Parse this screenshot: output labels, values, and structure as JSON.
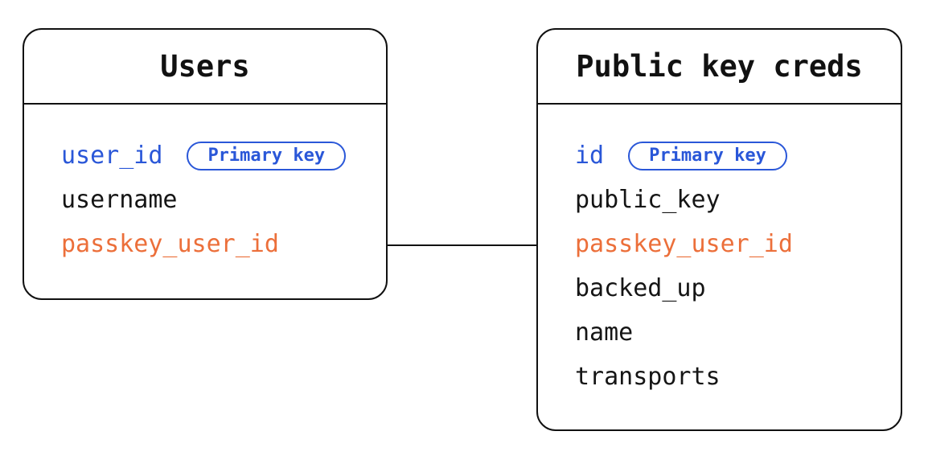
{
  "diagram": {
    "colors": {
      "blue": "#2a57d8",
      "orange": "#ec6f3a",
      "black": "#151515",
      "line": "#111111"
    },
    "tables": [
      {
        "title": "Users",
        "fields": [
          {
            "name": "user_id",
            "color": "blue",
            "badge": "Primary key"
          },
          {
            "name": "username",
            "color": "black"
          },
          {
            "name": "passkey_user_id",
            "color": "orange"
          }
        ]
      },
      {
        "title": "Public key creds",
        "fields": [
          {
            "name": "id",
            "color": "blue",
            "badge": "Primary key"
          },
          {
            "name": "public_key",
            "color": "black"
          },
          {
            "name": "passkey_user_id",
            "color": "orange"
          },
          {
            "name": "backed_up",
            "color": "black"
          },
          {
            "name": "name",
            "color": "black"
          },
          {
            "name": "transports",
            "color": "black"
          }
        ]
      }
    ],
    "relationship": {
      "from_table": "Users",
      "from_field": "passkey_user_id",
      "to_table": "Public key creds",
      "to_field": "passkey_user_id"
    }
  }
}
